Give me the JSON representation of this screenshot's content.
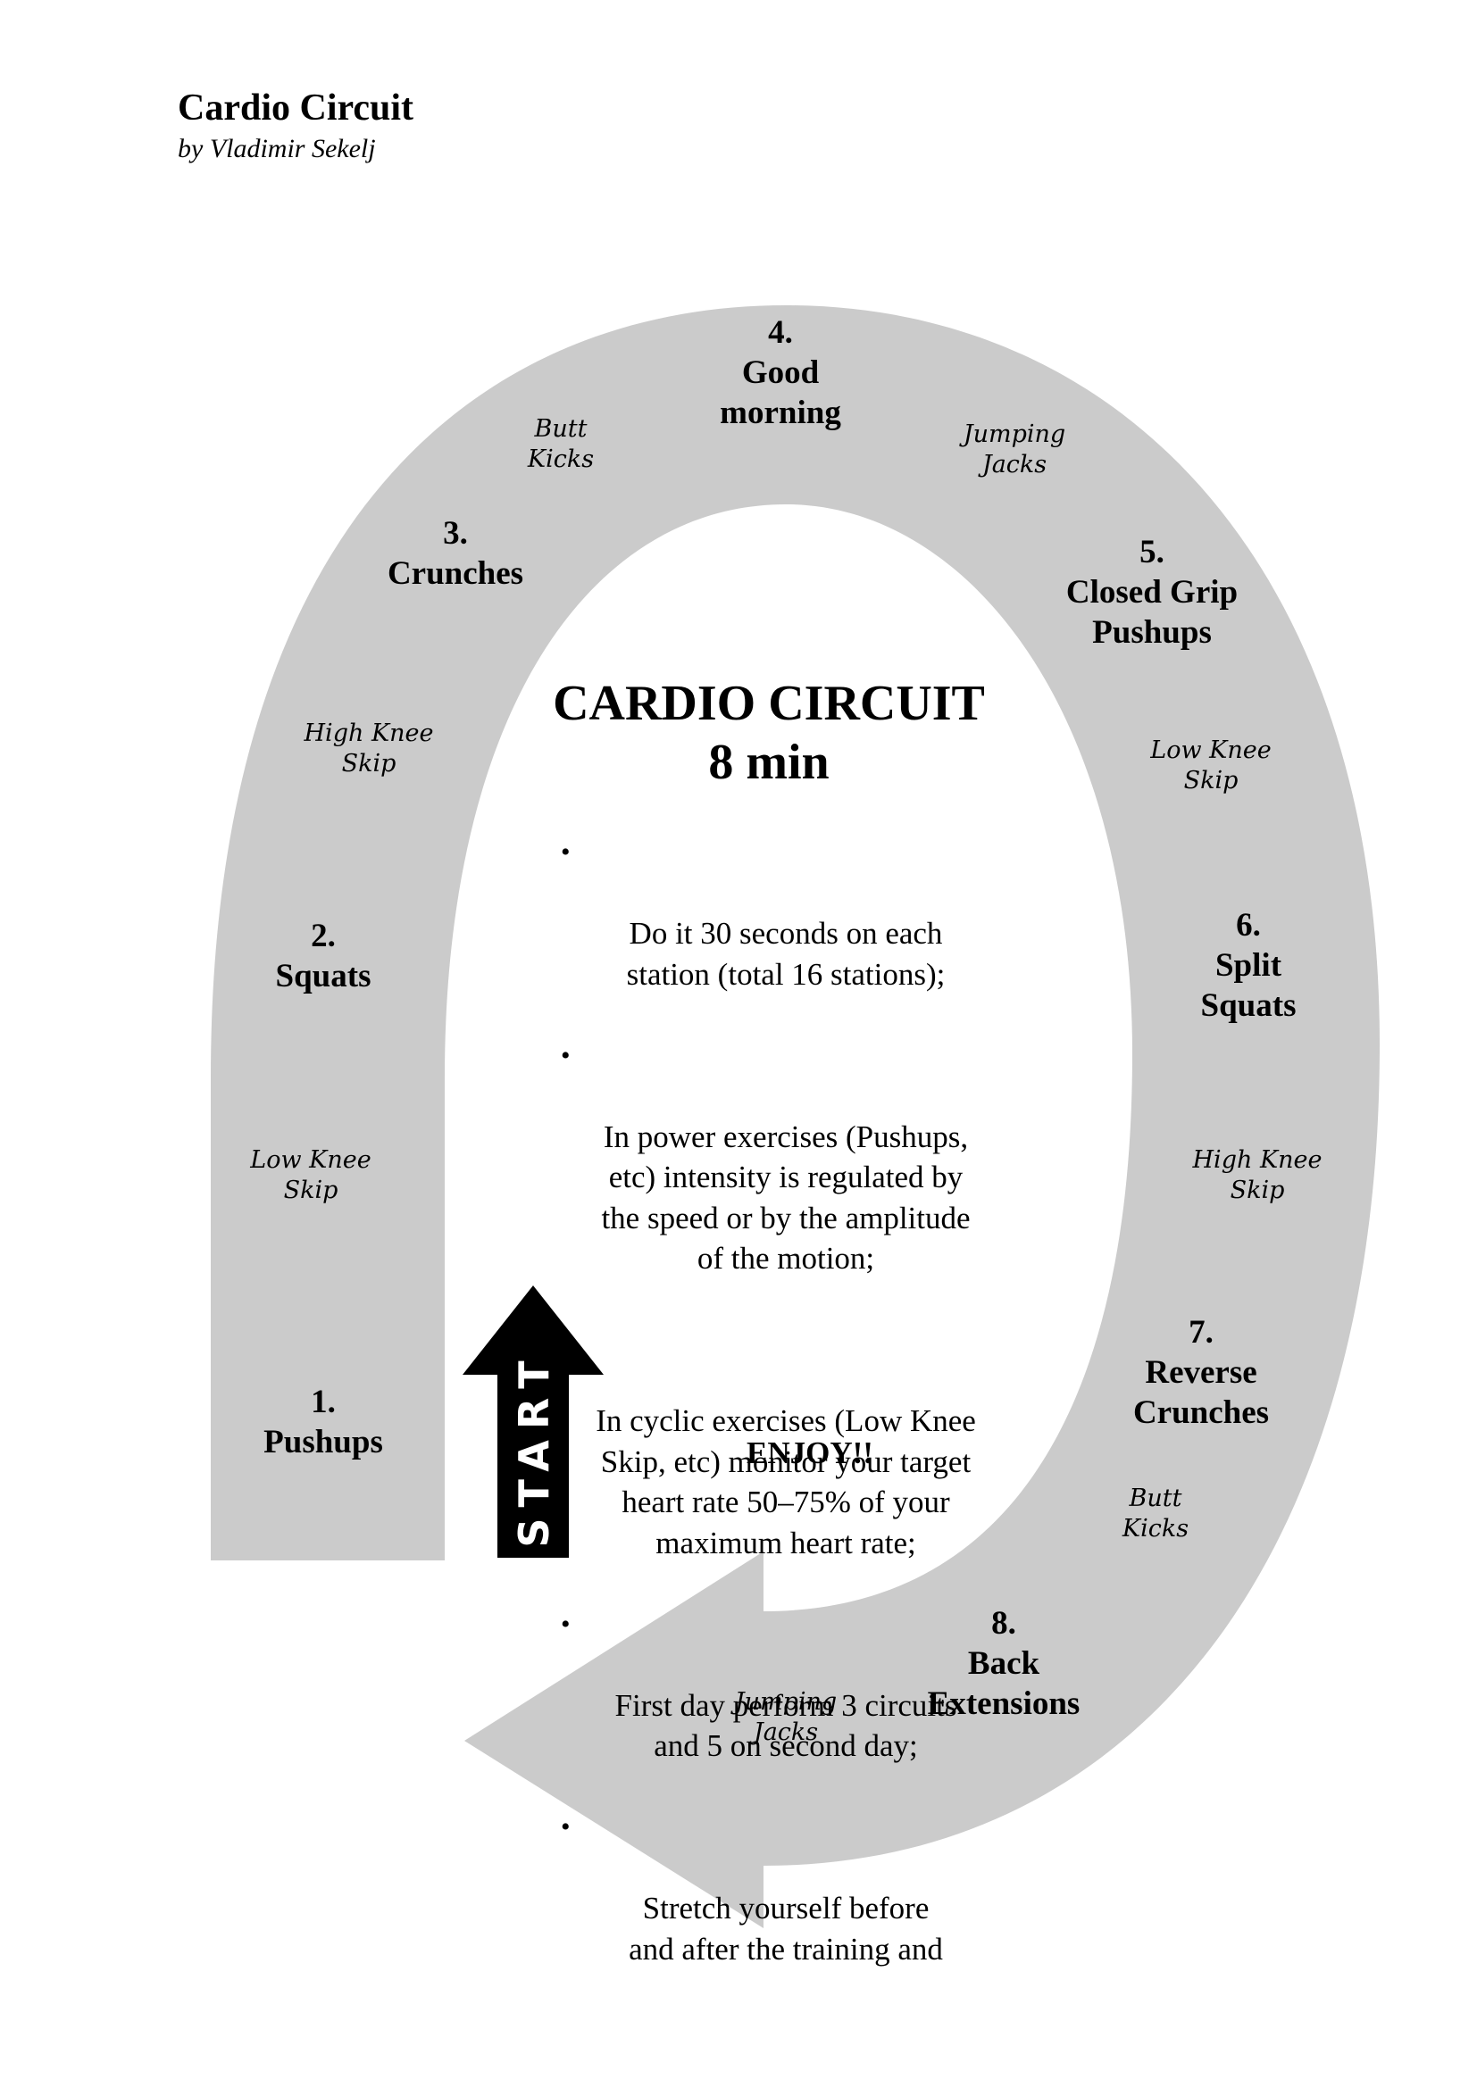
{
  "document": {
    "title": "Cardio Circuit",
    "author": "by Vladimir Sekelj"
  },
  "colors": {
    "track_fill": "#cbcbcb",
    "start_arrow_fill": "#000000",
    "start_text": "#ffffff",
    "text": "#000000",
    "background": "#ffffff"
  },
  "diagram": {
    "stations": [
      {
        "number": "1.",
        "name_lines": [
          "Pushups"
        ]
      },
      {
        "number": "2.",
        "name_lines": [
          "Squats"
        ]
      },
      {
        "number": "3.",
        "name_lines": [
          "Crunches"
        ]
      },
      {
        "number": "4.",
        "name_lines": [
          "Good",
          "morning"
        ]
      },
      {
        "number": "5.",
        "name_lines": [
          "Closed Grip",
          "Pushups"
        ]
      },
      {
        "number": "6.",
        "name_lines": [
          "Split",
          "Squats"
        ]
      },
      {
        "number": "7.",
        "name_lines": [
          "Reverse",
          "Crunches"
        ]
      },
      {
        "number": "8.",
        "name_lines": [
          "Back",
          "Extensions"
        ]
      }
    ],
    "transitions": [
      {
        "lines": [
          "Low Knee",
          "Skip"
        ]
      },
      {
        "lines": [
          "High Knee",
          "Skip"
        ]
      },
      {
        "lines": [
          "Butt",
          "Kicks"
        ]
      },
      {
        "lines": [
          "Jumping",
          "Jacks"
        ]
      },
      {
        "lines": [
          "Low Knee",
          "Skip"
        ]
      },
      {
        "lines": [
          "High Knee",
          "Skip"
        ]
      },
      {
        "lines": [
          "Butt",
          "Kicks"
        ]
      },
      {
        "lines": [
          "Jumping",
          "Jacks"
        ]
      }
    ],
    "center": {
      "title_lines": [
        "CARDIO CIRCUIT",
        "8 min"
      ],
      "bullets": [
        "Do it 30 seconds on each\nstation (total 16 stations);",
        "In power exercises (Pushups,\netc) intensity  is regulated by\nthe speed or by the amplitude\nof the motion;",
        "In cyclic exercises (Low Knee\nSkip, etc) monitor your target\nheart rate 50–75% of your\nmaximum heart rate;",
        "First day perform 3 circuits\nand 5 on second day;",
        "Stretch yourself before\nand after the training and"
      ],
      "closing": "ENJOY!!"
    },
    "start_label": "START",
    "bullet_glyph": "•"
  }
}
